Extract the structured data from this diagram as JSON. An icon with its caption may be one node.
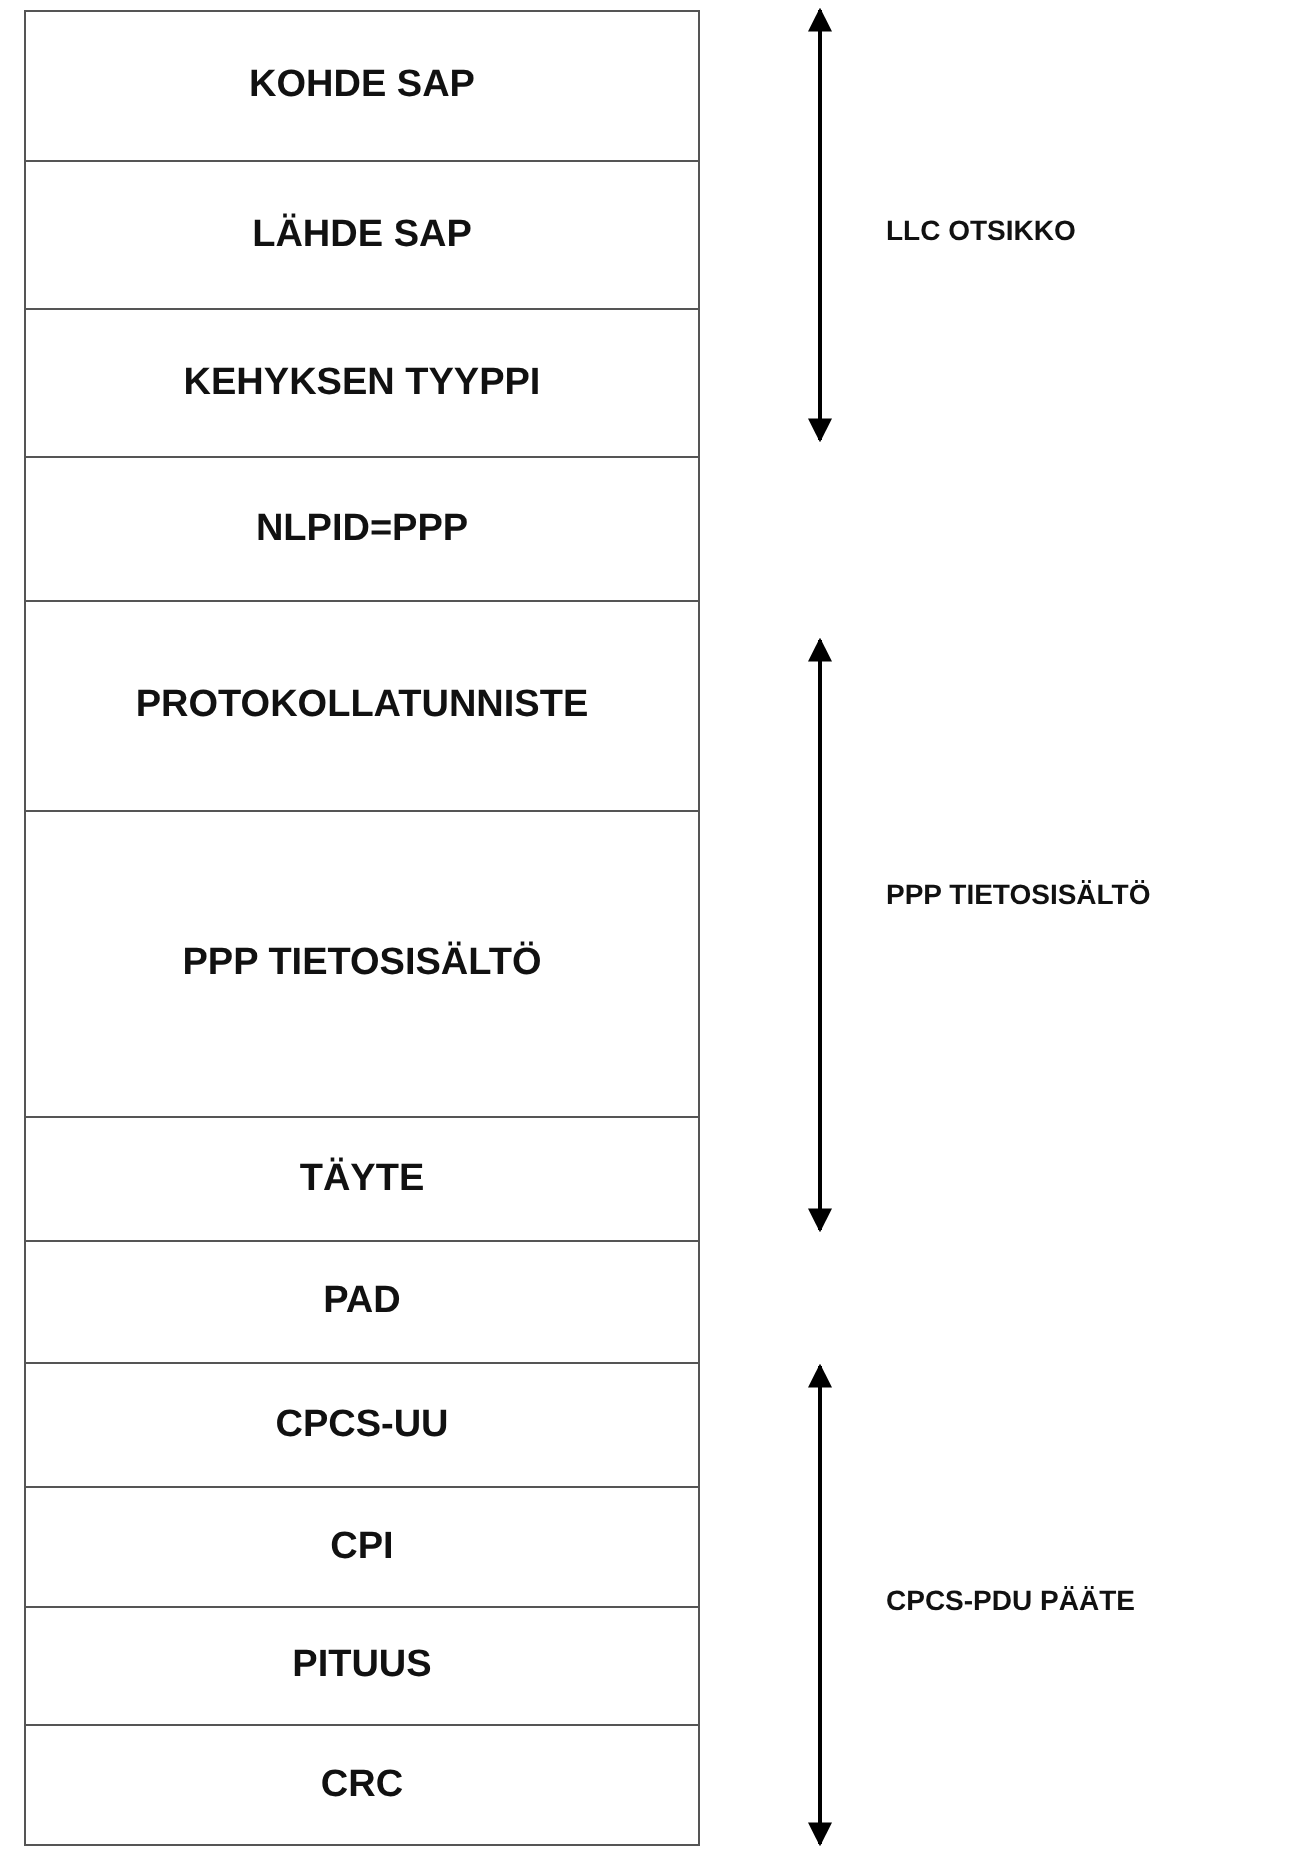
{
  "diagram": {
    "nodes": [
      {
        "text": [
          "KOHDE SAP"
        ]
      },
      {
        "text": [
          "LÄHDE SAP"
        ]
      },
      {
        "text": [
          "KEHYKSEN TYYPPI"
        ]
      },
      {
        "text": [
          "NLPID=PPP"
        ]
      },
      {
        "text": [
          "PROTOKOLLATUNNISTE"
        ]
      },
      {
        "text": [
          "PPP TIETOSISÄLTÖ"
        ]
      },
      {
        "text": [
          "TÄYTE"
        ]
      },
      {
        "text": [
          "PAD"
        ]
      },
      {
        "text": [
          "CPCS-UU"
        ]
      },
      {
        "text": [
          "CPI"
        ]
      },
      {
        "text": [
          "PITUUS"
        ]
      },
      {
        "text": [
          "CRC"
        ]
      }
    ],
    "edges": [],
    "labels": [
      "LLC OTSIKKO",
      "PPP TIETOSISÄLTÖ",
      "CPCS-PDU PÄÄTE"
    ]
  }
}
